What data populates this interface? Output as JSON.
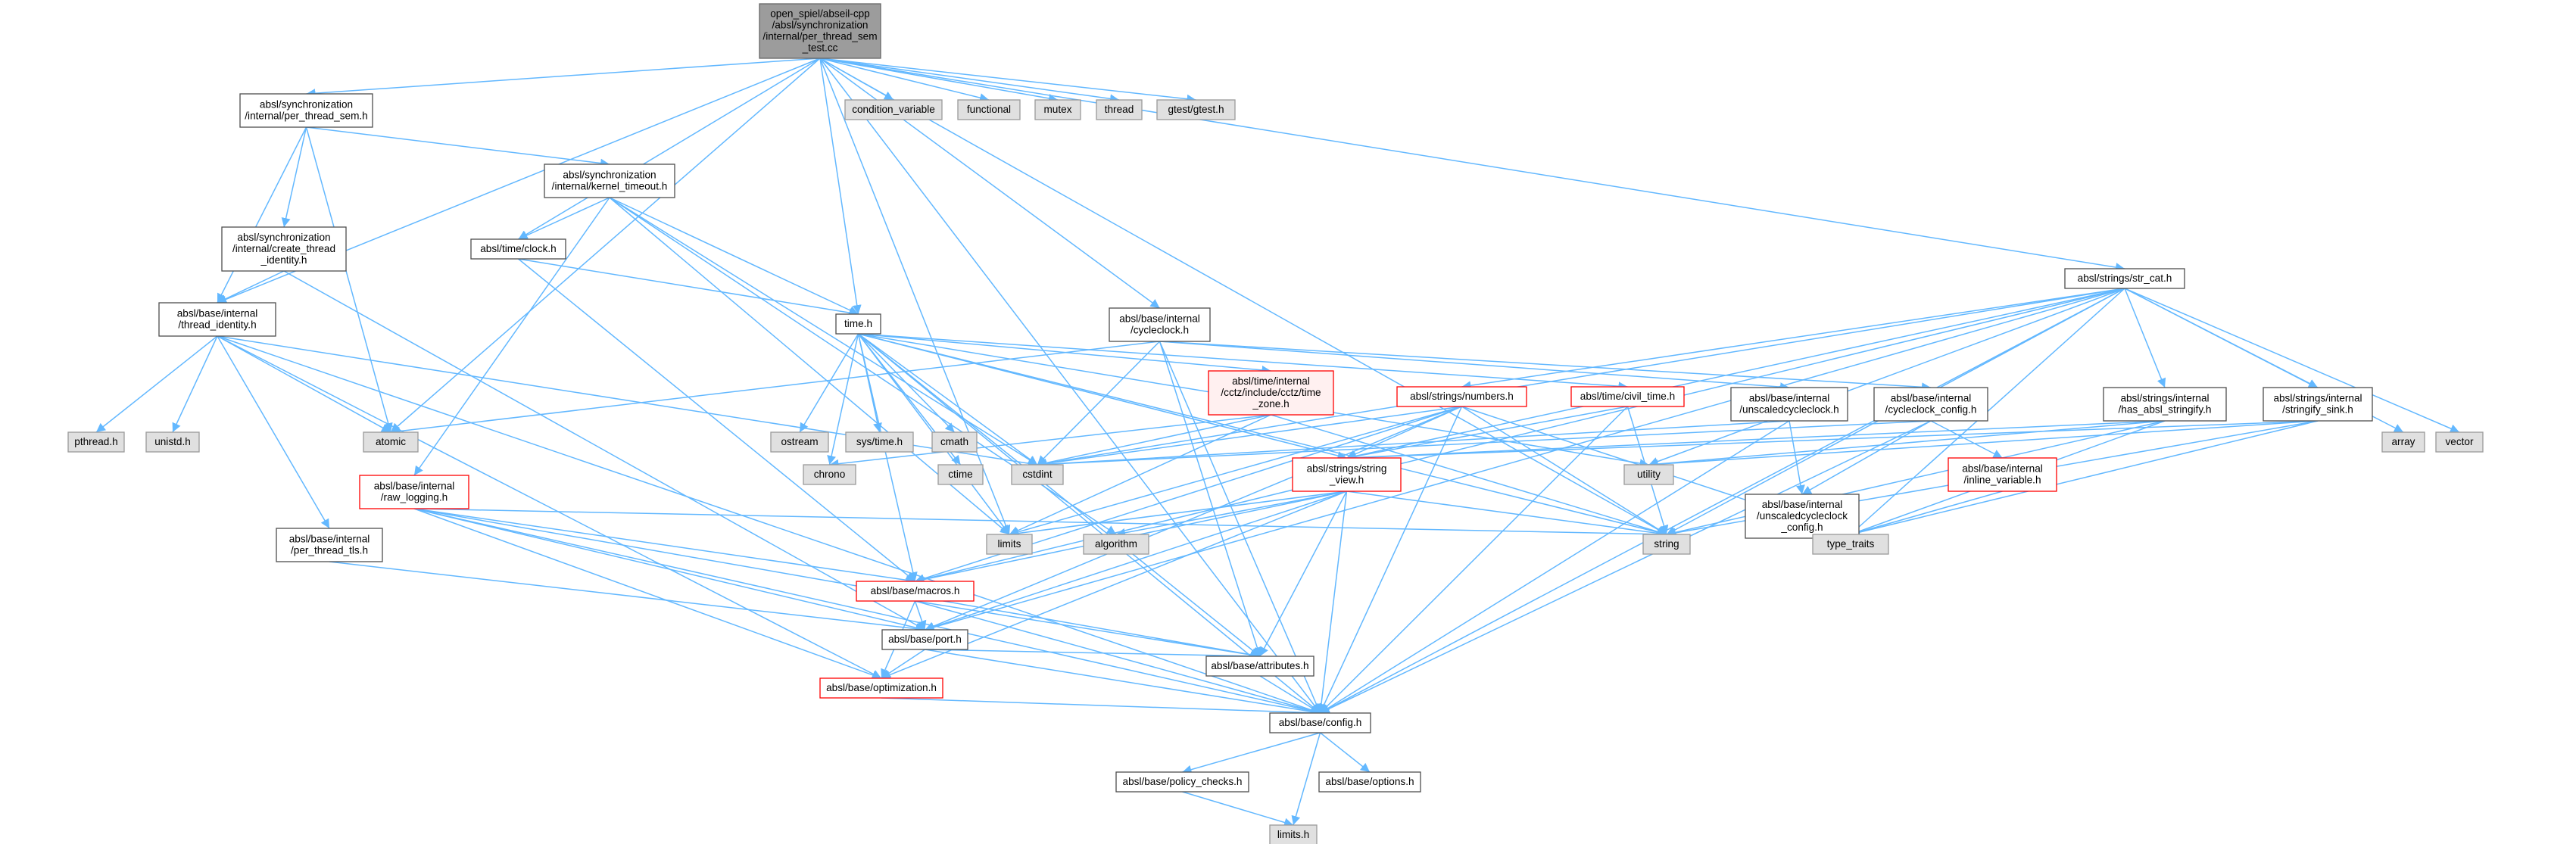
{
  "colors": {
    "edge": "#63b8ff",
    "box_border": "#4d4d4d",
    "box_fill": "#ffffff",
    "system_fill": "#e0e0e0",
    "system_border": "#9a9a9a",
    "root_fill": "#9c9c9c",
    "root_border": "#666666",
    "incomplete_border": "#ff0000",
    "incomplete_fill": "#fff0f0"
  },
  "nodes": [
    {
      "id": "root",
      "kind": "root",
      "lines": [
        "open_spiel/abseil-cpp",
        "/absl/synchronization",
        "/internal/per_thread_sem",
        "_test.cc"
      ]
    },
    {
      "id": "per_thread_sem",
      "kind": "normal",
      "lines": [
        "absl/synchronization",
        "/internal/per_thread_sem.h"
      ]
    },
    {
      "id": "condition_variable",
      "kind": "system",
      "lines": [
        "condition_variable"
      ]
    },
    {
      "id": "functional",
      "kind": "system",
      "lines": [
        "functional"
      ]
    },
    {
      "id": "mutex",
      "kind": "system",
      "lines": [
        "mutex"
      ]
    },
    {
      "id": "thread",
      "kind": "system",
      "lines": [
        "thread"
      ]
    },
    {
      "id": "gtest",
      "kind": "system",
      "lines": [
        "gtest/gtest.h"
      ]
    },
    {
      "id": "kernel_timeout",
      "kind": "normal",
      "lines": [
        "absl/synchronization",
        "/internal/kernel_timeout.h"
      ]
    },
    {
      "id": "create_thread_identity",
      "kind": "normal",
      "lines": [
        "absl/synchronization",
        "/internal/create_thread",
        "_identity.h"
      ]
    },
    {
      "id": "clock",
      "kind": "normal",
      "lines": [
        "absl/time/clock.h"
      ]
    },
    {
      "id": "thread_identity",
      "kind": "normal",
      "lines": [
        "absl/base/internal",
        "/thread_identity.h"
      ]
    },
    {
      "id": "time",
      "kind": "normal",
      "lines": [
        "time.h"
      ]
    },
    {
      "id": "cycleclock",
      "kind": "normal",
      "lines": [
        "absl/base/internal",
        "/cycleclock.h"
      ]
    },
    {
      "id": "str_cat",
      "kind": "normal",
      "lines": [
        "absl/strings/str_cat.h"
      ]
    },
    {
      "id": "pthread",
      "kind": "system",
      "lines": [
        "pthread.h"
      ]
    },
    {
      "id": "unistd",
      "kind": "system",
      "lines": [
        "unistd.h"
      ]
    },
    {
      "id": "atomic",
      "kind": "system",
      "lines": [
        "atomic"
      ]
    },
    {
      "id": "ostream",
      "kind": "system",
      "lines": [
        "ostream"
      ]
    },
    {
      "id": "systime",
      "kind": "system",
      "lines": [
        "sys/time.h"
      ]
    },
    {
      "id": "cmath",
      "kind": "system",
      "lines": [
        "cmath"
      ]
    },
    {
      "id": "cctz_time_zone",
      "kind": "incomplete",
      "lines": [
        "absl/time/internal",
        "/cctz/include/cctz/time",
        "_zone.h"
      ]
    },
    {
      "id": "numbers",
      "kind": "incomplete",
      "lines": [
        "absl/strings/numbers.h"
      ]
    },
    {
      "id": "civil_time",
      "kind": "incomplete",
      "lines": [
        "absl/time/civil_time.h"
      ]
    },
    {
      "id": "unscaledcycleclock",
      "kind": "normal",
      "lines": [
        "absl/base/internal",
        "/unscaledcycleclock.h"
      ]
    },
    {
      "id": "cycleclock_config",
      "kind": "normal",
      "lines": [
        "absl/base/internal",
        "/cycleclock_config.h"
      ]
    },
    {
      "id": "has_absl_stringify",
      "kind": "normal",
      "lines": [
        "absl/strings/internal",
        "/has_absl_stringify.h"
      ]
    },
    {
      "id": "stringify_sink",
      "kind": "normal",
      "lines": [
        "absl/strings/internal",
        "/stringify_sink.h"
      ]
    },
    {
      "id": "array",
      "kind": "system",
      "lines": [
        "array"
      ]
    },
    {
      "id": "vector",
      "kind": "system",
      "lines": [
        "vector"
      ]
    },
    {
      "id": "chrono",
      "kind": "system",
      "lines": [
        "chrono"
      ]
    },
    {
      "id": "ctime",
      "kind": "system",
      "lines": [
        "ctime"
      ]
    },
    {
      "id": "cstdint",
      "kind": "system",
      "lines": [
        "cstdint"
      ]
    },
    {
      "id": "string_view",
      "kind": "incomplete",
      "lines": [
        "absl/strings/string",
        "_view.h"
      ]
    },
    {
      "id": "unscaledcycleclock_config",
      "kind": "normal",
      "lines": [
        "absl/base/internal",
        "/unscaledcycleclock",
        "_config.h"
      ]
    },
    {
      "id": "inline_variable",
      "kind": "incomplete",
      "lines": [
        "absl/base/internal",
        "/inline_variable.h"
      ]
    },
    {
      "id": "utility",
      "kind": "system",
      "lines": [
        "utility"
      ]
    },
    {
      "id": "raw_logging",
      "kind": "incomplete",
      "lines": [
        "absl/base/internal",
        "/raw_logging.h"
      ]
    },
    {
      "id": "limits",
      "kind": "system",
      "lines": [
        "limits"
      ]
    },
    {
      "id": "algorithm",
      "kind": "system",
      "lines": [
        "algorithm"
      ]
    },
    {
      "id": "string",
      "kind": "system",
      "lines": [
        "string"
      ]
    },
    {
      "id": "type_traits",
      "kind": "system",
      "lines": [
        "type_traits"
      ]
    },
    {
      "id": "per_thread_tls",
      "kind": "normal",
      "lines": [
        "absl/base/internal",
        "/per_thread_tls.h"
      ]
    },
    {
      "id": "macros",
      "kind": "incomplete",
      "lines": [
        "absl/base/macros.h"
      ]
    },
    {
      "id": "port",
      "kind": "normal",
      "lines": [
        "absl/base/port.h"
      ]
    },
    {
      "id": "optimization",
      "kind": "incomplete",
      "lines": [
        "absl/base/optimization.h"
      ]
    },
    {
      "id": "attributes",
      "kind": "normal",
      "lines": [
        "absl/base/attributes.h"
      ]
    },
    {
      "id": "config",
      "kind": "normal",
      "lines": [
        "absl/base/config.h"
      ]
    },
    {
      "id": "policy_checks",
      "kind": "normal",
      "lines": [
        "absl/base/policy_checks.h"
      ]
    },
    {
      "id": "options",
      "kind": "normal",
      "lines": [
        "absl/base/options.h"
      ]
    },
    {
      "id": "limits_h",
      "kind": "system",
      "lines": [
        "limits.h"
      ]
    }
  ],
  "edges": [
    [
      "root",
      "per_thread_sem"
    ],
    [
      "root",
      "condition_variable"
    ],
    [
      "root",
      "functional"
    ],
    [
      "root",
      "mutex"
    ],
    [
      "root",
      "thread"
    ],
    [
      "root",
      "gtest"
    ],
    [
      "root",
      "thread_identity"
    ],
    [
      "root",
      "atomic"
    ],
    [
      "root",
      "clock"
    ],
    [
      "root",
      "time"
    ],
    [
      "root",
      "cycleclock"
    ],
    [
      "root",
      "str_cat"
    ],
    [
      "root",
      "string"
    ],
    [
      "root",
      "config"
    ],
    [
      "root",
      "limits"
    ],
    [
      "per_thread_sem",
      "kernel_timeout"
    ],
    [
      "per_thread_sem",
      "create_thread_identity"
    ],
    [
      "per_thread_sem",
      "thread_identity"
    ],
    [
      "per_thread_sem",
      "atomic"
    ],
    [
      "create_thread_identity",
      "thread_identity"
    ],
    [
      "create_thread_identity",
      "port"
    ],
    [
      "kernel_timeout",
      "clock"
    ],
    [
      "kernel_timeout",
      "time"
    ],
    [
      "kernel_timeout",
      "raw_logging"
    ],
    [
      "kernel_timeout",
      "cstdint"
    ],
    [
      "kernel_timeout",
      "limits"
    ],
    [
      "kernel_timeout",
      "algorithm"
    ],
    [
      "clock",
      "time"
    ],
    [
      "clock",
      "macros"
    ],
    [
      "thread_identity",
      "pthread"
    ],
    [
      "thread_identity",
      "unistd"
    ],
    [
      "thread_identity",
      "atomic"
    ],
    [
      "thread_identity",
      "cstdint"
    ],
    [
      "thread_identity",
      "per_thread_tls"
    ],
    [
      "thread_identity",
      "optimization"
    ],
    [
      "thread_identity",
      "config"
    ],
    [
      "time",
      "ostream"
    ],
    [
      "time",
      "systime"
    ],
    [
      "time",
      "cmath"
    ],
    [
      "time",
      "cctz_time_zone"
    ],
    [
      "time",
      "civil_time"
    ],
    [
      "time",
      "chrono"
    ],
    [
      "time",
      "ctime"
    ],
    [
      "time",
      "cstdint"
    ],
    [
      "time",
      "limits"
    ],
    [
      "time",
      "string"
    ],
    [
      "time",
      "string_view"
    ],
    [
      "time",
      "utility"
    ],
    [
      "time",
      "macros"
    ],
    [
      "time",
      "attributes"
    ],
    [
      "time",
      "config"
    ],
    [
      "cycleclock",
      "atomic"
    ],
    [
      "cycleclock",
      "cstdint"
    ],
    [
      "cycleclock",
      "unscaledcycleclock"
    ],
    [
      "cycleclock",
      "cycleclock_config"
    ],
    [
      "cycleclock",
      "attributes"
    ],
    [
      "cycleclock",
      "config"
    ],
    [
      "str_cat",
      "numbers"
    ],
    [
      "str_cat",
      "has_absl_stringify"
    ],
    [
      "str_cat",
      "stringify_sink"
    ],
    [
      "str_cat",
      "array"
    ],
    [
      "str_cat",
      "vector"
    ],
    [
      "str_cat",
      "cstdint"
    ],
    [
      "str_cat",
      "string"
    ],
    [
      "str_cat",
      "string_view"
    ],
    [
      "str_cat",
      "type_traits"
    ],
    [
      "str_cat",
      "utility"
    ],
    [
      "str_cat",
      "macros"
    ],
    [
      "str_cat",
      "port"
    ],
    [
      "str_cat",
      "config"
    ],
    [
      "cctz_time_zone",
      "chrono"
    ],
    [
      "cctz_time_zone",
      "cstdint"
    ],
    [
      "cctz_time_zone",
      "limits"
    ],
    [
      "cctz_time_zone",
      "string"
    ],
    [
      "numbers",
      "string_view"
    ],
    [
      "numbers",
      "cstdint"
    ],
    [
      "numbers",
      "limits"
    ],
    [
      "numbers",
      "string"
    ],
    [
      "numbers",
      "type_traits"
    ],
    [
      "numbers",
      "macros"
    ],
    [
      "numbers",
      "port"
    ],
    [
      "numbers",
      "config"
    ],
    [
      "civil_time",
      "string"
    ],
    [
      "civil_time",
      "string_view"
    ],
    [
      "civil_time",
      "config"
    ],
    [
      "unscaledcycleclock",
      "cstdint"
    ],
    [
      "unscaledcycleclock",
      "unscaledcycleclock_config"
    ],
    [
      "unscaledcycleclock",
      "config"
    ],
    [
      "cycleclock_config",
      "cstdint"
    ],
    [
      "cycleclock_config",
      "inline_variable"
    ],
    [
      "cycleclock_config",
      "unscaledcycleclock_config"
    ],
    [
      "cycleclock_config",
      "config"
    ],
    [
      "has_absl_stringify",
      "string"
    ],
    [
      "has_absl_stringify",
      "type_traits"
    ],
    [
      "has_absl_stringify",
      "utility"
    ],
    [
      "has_absl_stringify",
      "string_view"
    ],
    [
      "stringify_sink",
      "string"
    ],
    [
      "stringify_sink",
      "type_traits"
    ],
    [
      "stringify_sink",
      "utility"
    ],
    [
      "stringify_sink",
      "string_view"
    ],
    [
      "string_view",
      "string"
    ],
    [
      "string_view",
      "limits"
    ],
    [
      "string_view",
      "algorithm"
    ],
    [
      "string_view",
      "port"
    ],
    [
      "string_view",
      "optimization"
    ],
    [
      "string_view",
      "attributes"
    ],
    [
      "string_view",
      "config"
    ],
    [
      "string_view",
      "macros"
    ],
    [
      "inline_variable",
      "type_traits"
    ],
    [
      "raw_logging",
      "string"
    ],
    [
      "raw_logging",
      "port"
    ],
    [
      "raw_logging",
      "macros"
    ],
    [
      "raw_logging",
      "optimization"
    ],
    [
      "raw_logging",
      "attributes"
    ],
    [
      "raw_logging",
      "config"
    ],
    [
      "per_thread_tls",
      "port"
    ],
    [
      "macros",
      "port"
    ],
    [
      "macros",
      "optimization"
    ],
    [
      "macros",
      "attributes"
    ],
    [
      "macros",
      "config"
    ],
    [
      "port",
      "optimization"
    ],
    [
      "port",
      "attributes"
    ],
    [
      "port",
      "config"
    ],
    [
      "optimization",
      "config"
    ],
    [
      "attributes",
      "config"
    ],
    [
      "config",
      "policy_checks"
    ],
    [
      "config",
      "options"
    ],
    [
      "config",
      "limits_h"
    ],
    [
      "policy_checks",
      "limits_h"
    ]
  ]
}
